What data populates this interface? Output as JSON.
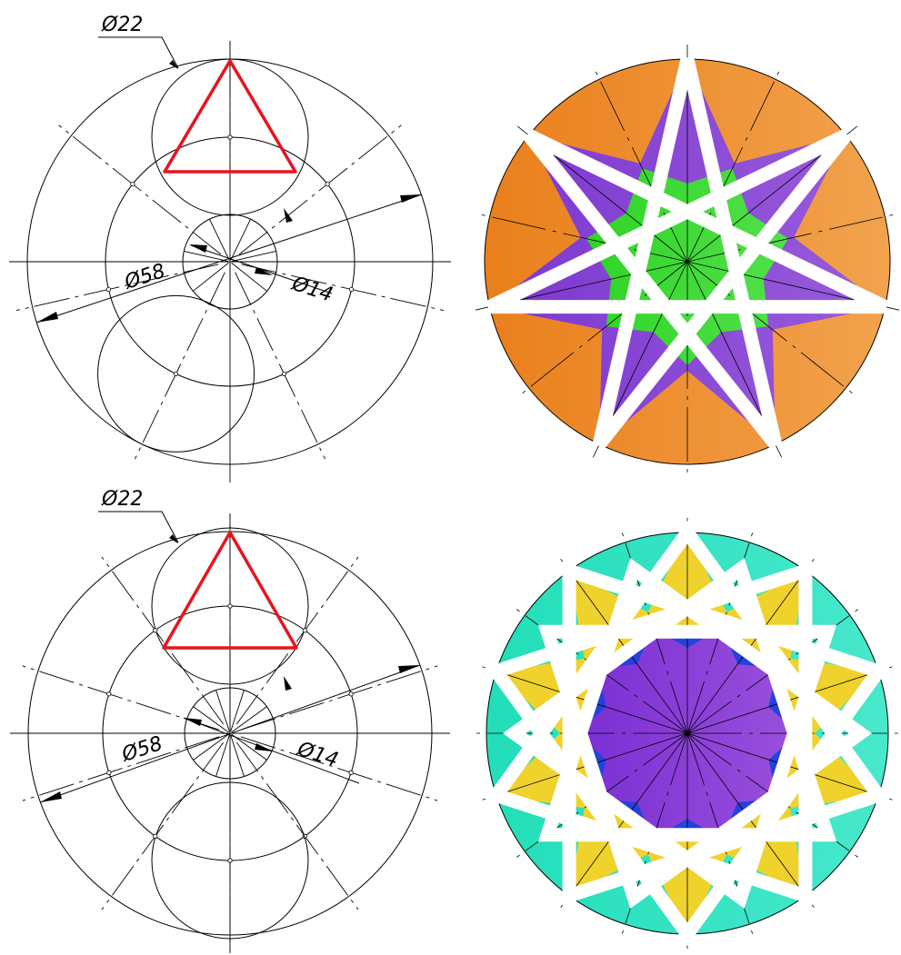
{
  "figures": [
    {
      "label_big": "Ø22",
      "label_outer": "Ø58",
      "label_small": "Ø14",
      "star_points": 7,
      "triangle_color": "#e8141e",
      "colors": {
        "outer": "#ee8c2a",
        "points": "#8540d4",
        "center": "#3fd93a"
      }
    },
    {
      "label_big": "Ø22",
      "label_outer": "Ø58",
      "label_small": "Ø14",
      "star_points": 10,
      "triangle_color": "#e8141e",
      "colors": {
        "outer": "#33e0c0",
        "points": "#f0d22c",
        "center": "#8238d6",
        "accent": "#2442dc"
      }
    }
  ]
}
